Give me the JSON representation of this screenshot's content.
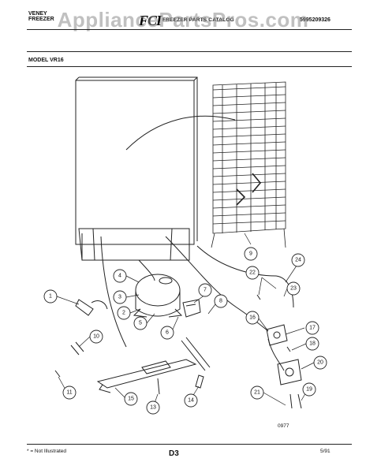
{
  "header": {
    "brand_line1": "VENEY",
    "brand_line2": "FREEZER",
    "logo": "FCI",
    "catalog_title": "FREEZER PARTS CATALOG",
    "part_number": "5995209326"
  },
  "watermark": "AppliancePartsPros.com",
  "model_label": "MODEL VR16",
  "callouts": [
    "1",
    "2",
    "3",
    "4",
    "5",
    "6",
    "7",
    "8",
    "9",
    "10",
    "11",
    "13",
    "14",
    "15",
    "16",
    "17",
    "18",
    "19",
    "20",
    "21",
    "22",
    "23",
    "24"
  ],
  "diagram_code": "0977",
  "footer": {
    "note": "* = Not Illustrated",
    "page": "D3",
    "date": "5/91"
  }
}
